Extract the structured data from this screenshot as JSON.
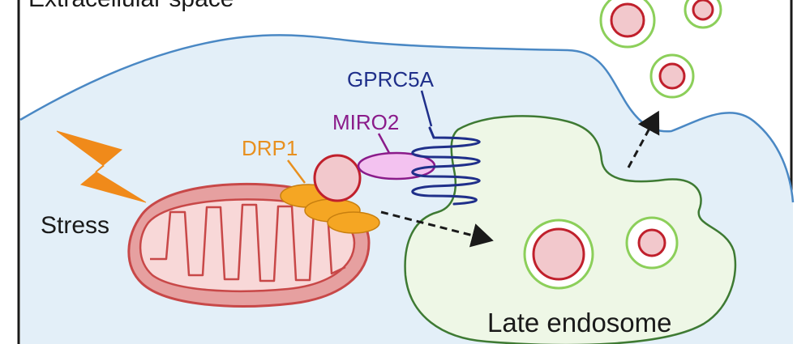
{
  "labels": {
    "extracellular": "Extracellular space",
    "stress": "Stress",
    "drp1": "DRP1",
    "miro2": "MIRO2",
    "gprc5a": "GPRC5A",
    "late_endosome": "Late endosome"
  },
  "colors": {
    "frame": "#1a1a1a",
    "cell_fill": "#e3eff8",
    "cell_border": "#4a88c4",
    "endosome_fill": "#eef7e6",
    "endosome_border": "#3e7a33",
    "vesicle_outer": "#8ccf5a",
    "vesicle_inner_fill": "#f2c8cc",
    "vesicle_inner_border": "#c0202c",
    "mito_fill": "#e6a0a0",
    "mito_border": "#c84848",
    "mito_inner": "#f8d8d8",
    "drp1": "#f5a623",
    "drp1_label": "#e8901f",
    "miro2_fill": "#f3c2f0",
    "miro2_border": "#8a1b8a",
    "gprc5a": "#1f2f8a",
    "stress_bolt": "#f08a1a",
    "arrow": "#1a1a1a"
  }
}
